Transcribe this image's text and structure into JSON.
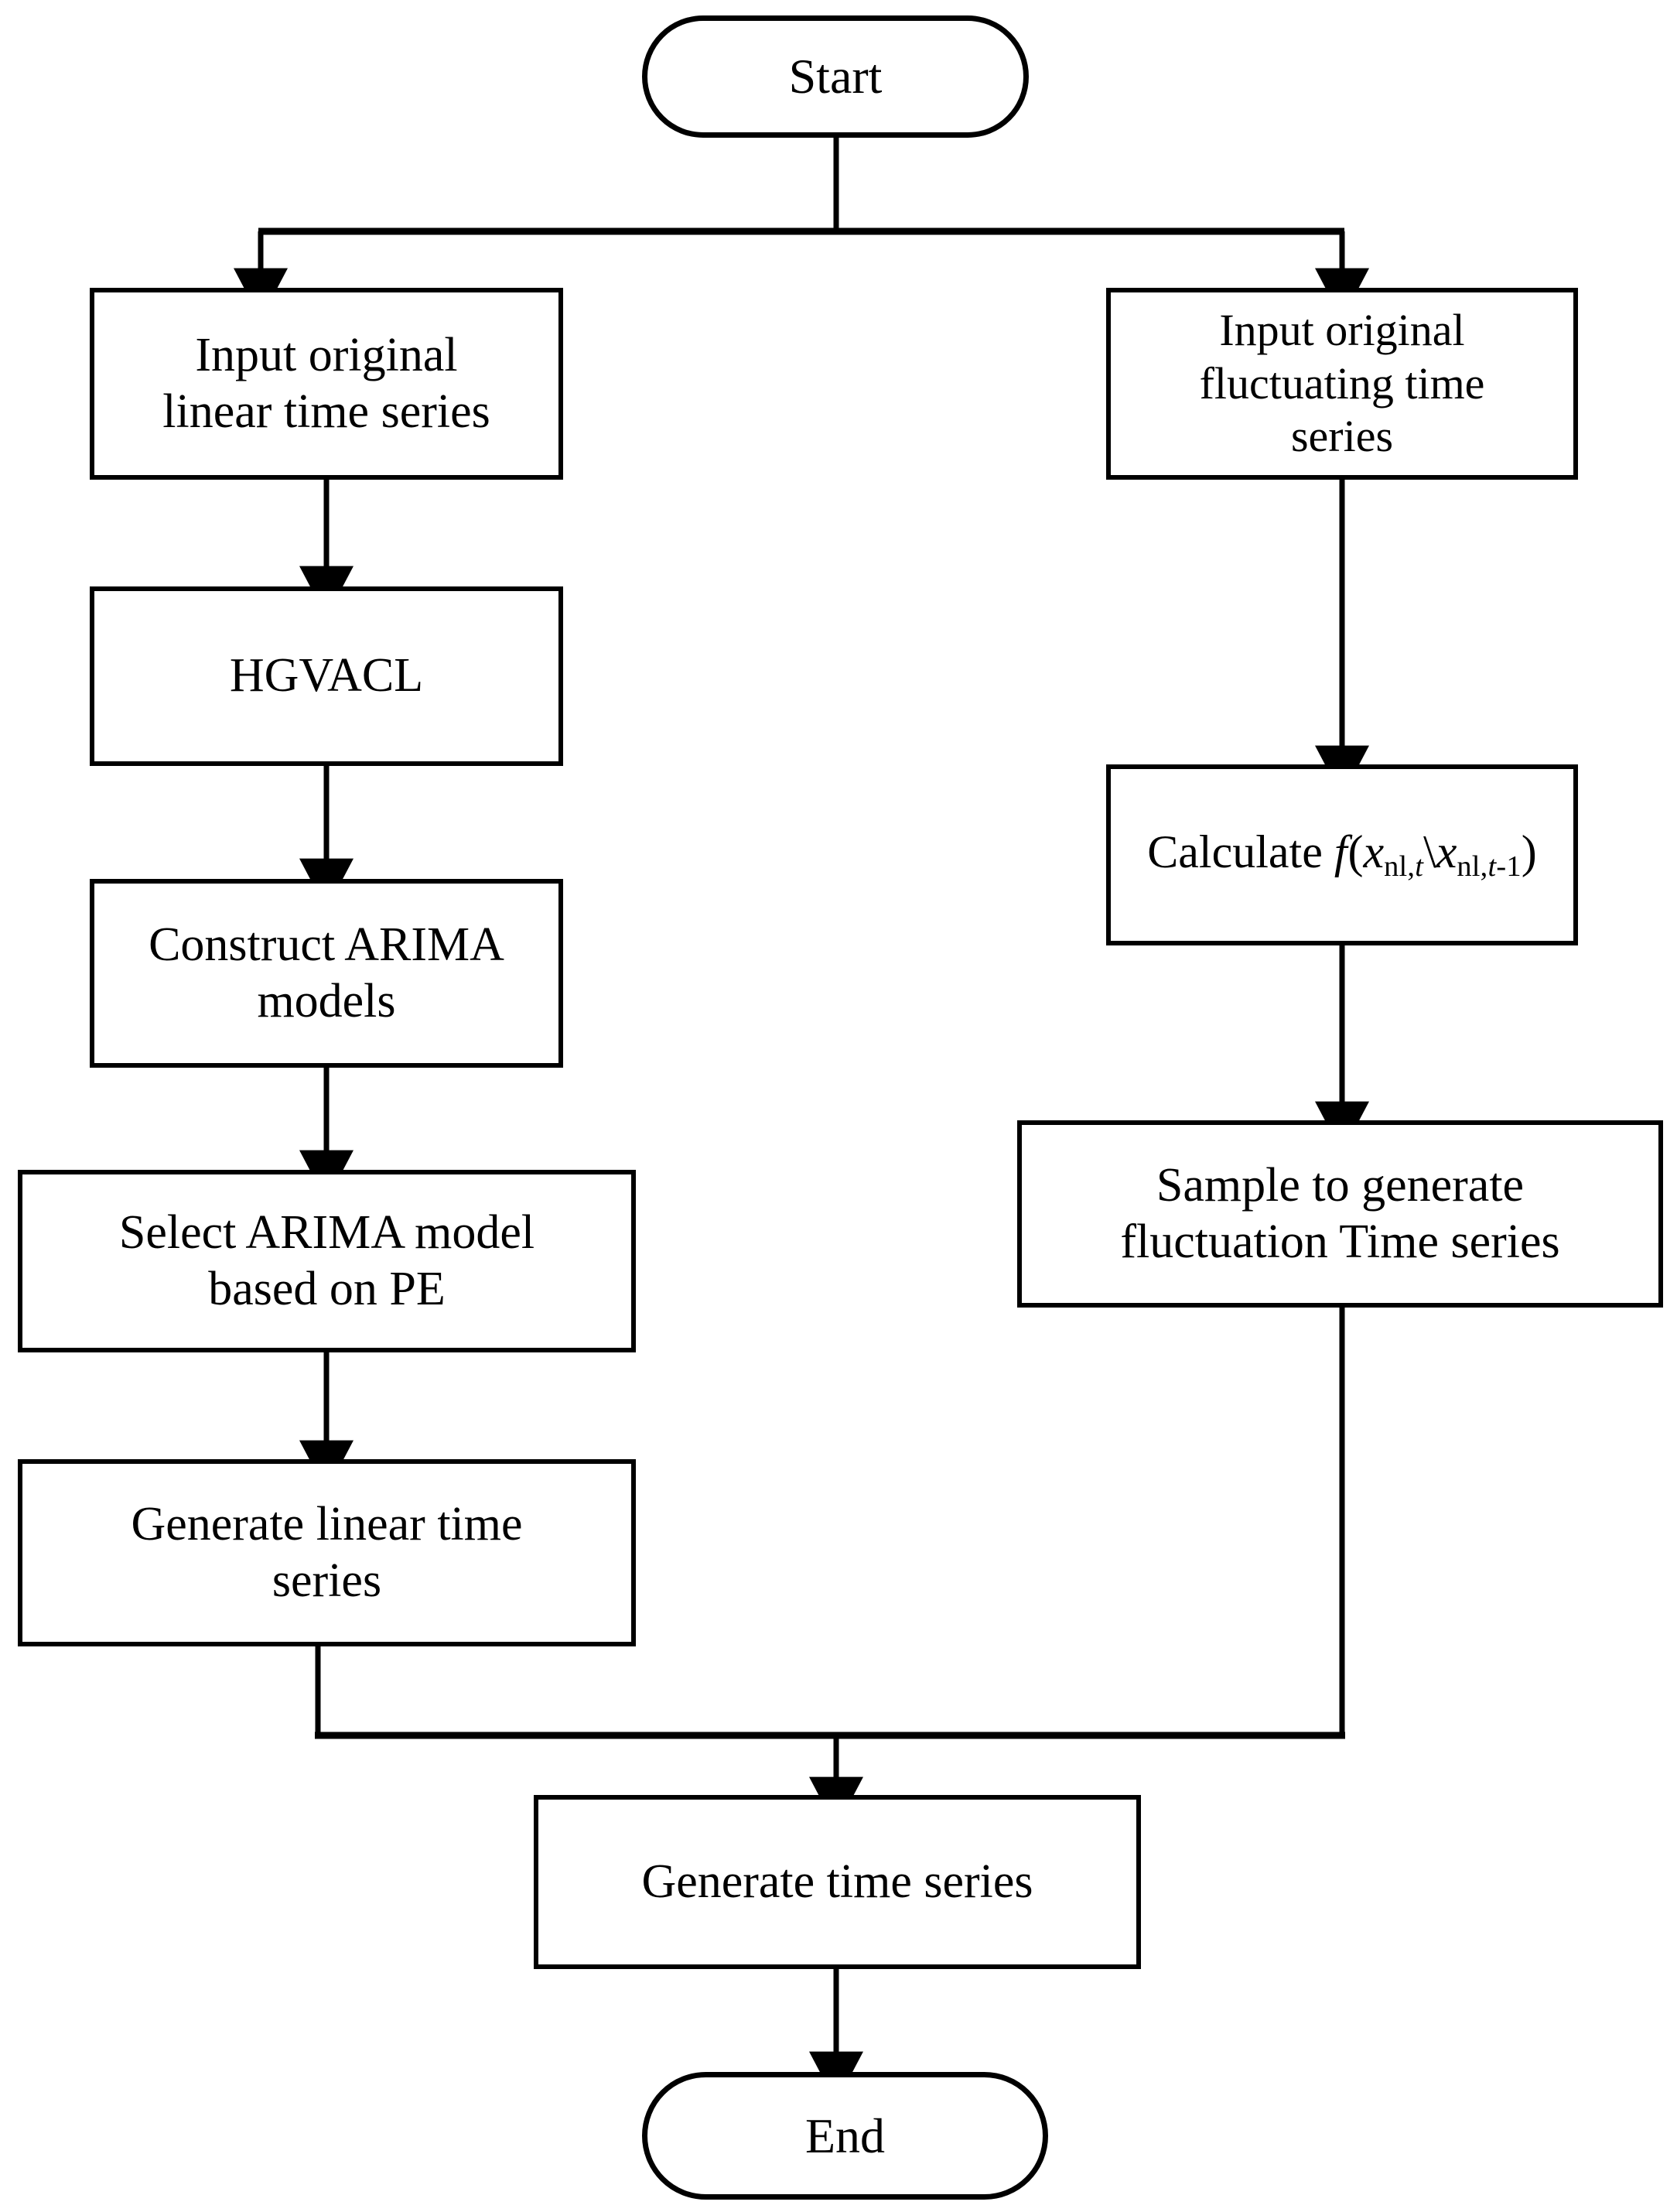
{
  "diagram": {
    "title": "Time series generation flowchart",
    "background_color": "#ffffff",
    "line_color": "#000000"
  },
  "nodes": {
    "start": {
      "label": "Start",
      "shape": "terminal"
    },
    "input_linear": {
      "shape": "process",
      "lines": [
        "Input original",
        "linear time series"
      ]
    },
    "hgvacl": {
      "shape": "process",
      "lines": [
        "HGVACL"
      ]
    },
    "construct_arima": {
      "shape": "process",
      "lines": [
        "Construct ARIMA",
        "models"
      ]
    },
    "select_arima": {
      "shape": "process",
      "lines": [
        "Select ARIMA model",
        "based on PE"
      ]
    },
    "generate_linear": {
      "shape": "process",
      "lines": [
        "Generate linear time",
        "series"
      ]
    },
    "input_fluctuating": {
      "shape": "process",
      "lines": [
        "Input original",
        "fluctuating time",
        "series"
      ]
    },
    "calculate_f": {
      "shape": "process",
      "formula_prefix": "Calculate ",
      "formula_fn": "f",
      "formula_open": "(",
      "formula_var1": "x",
      "formula_sub1_up": "nl,",
      "formula_sub1_it": "t",
      "formula_sep": "\\",
      "formula_var2": "x",
      "formula_sub2_up": "nl,",
      "formula_sub2_it": "t",
      "formula_sub2_tail": "-1",
      "formula_close": ")",
      "plain_text": "Calculate f(x nl,t \\ x nl,t-1)"
    },
    "sample_fluctuation": {
      "shape": "process",
      "lines": [
        "Sample to generate",
        "fluctuation Time series"
      ]
    },
    "generate_time_series": {
      "shape": "process",
      "lines": [
        "Generate time series"
      ]
    },
    "end": {
      "label": "End",
      "shape": "terminal"
    }
  },
  "edges": [
    {
      "from": "start",
      "to": "split-bar",
      "type": "vertical"
    },
    {
      "from": "split-bar",
      "to": "input_linear",
      "type": "arrow-down"
    },
    {
      "from": "split-bar",
      "to": "input_fluctuating",
      "type": "arrow-down"
    },
    {
      "from": "input_linear",
      "to": "hgvacl",
      "type": "arrow-down"
    },
    {
      "from": "hgvacl",
      "to": "construct_arima",
      "type": "arrow-down"
    },
    {
      "from": "construct_arima",
      "to": "select_arima",
      "type": "arrow-down"
    },
    {
      "from": "select_arima",
      "to": "generate_linear",
      "type": "arrow-down"
    },
    {
      "from": "input_fluctuating",
      "to": "calculate_f",
      "type": "arrow-down"
    },
    {
      "from": "calculate_f",
      "to": "sample_fluctuation",
      "type": "arrow-down"
    },
    {
      "from": "generate_linear",
      "to": "merge-bar",
      "type": "vertical"
    },
    {
      "from": "sample_fluctuation",
      "to": "merge-bar",
      "type": "vertical"
    },
    {
      "from": "merge-bar",
      "to": "generate_time_series",
      "type": "arrow-down"
    },
    {
      "from": "generate_time_series",
      "to": "end",
      "type": "arrow-down"
    }
  ]
}
